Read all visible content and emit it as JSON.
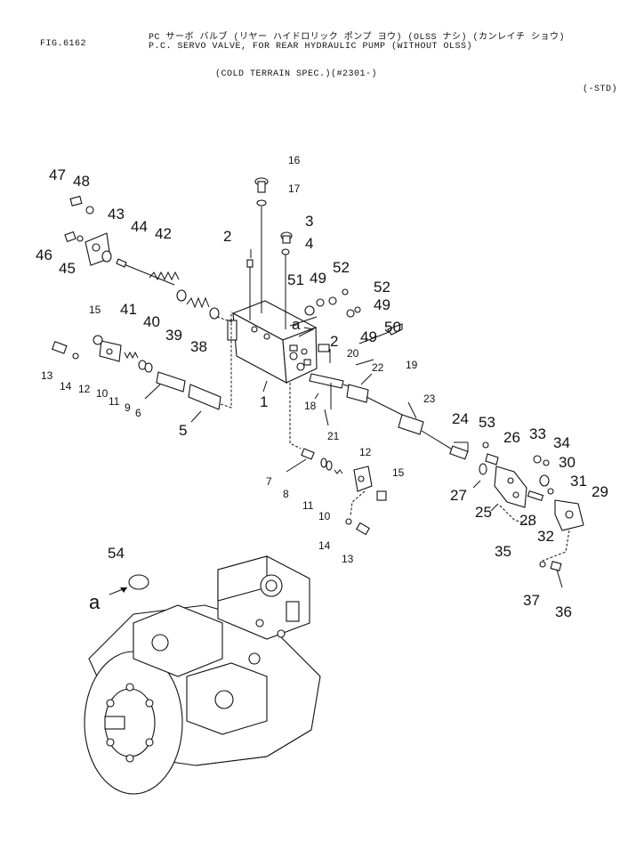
{
  "header": {
    "fig": "FIG.6162",
    "title_jp": "PC サーボ バルブ (リヤー ハイドロリック ポンプ ヨウ) (OLSS ナシ) (カンレイチ ショウ)",
    "title": "P.C. SERVO VALVE, FOR REAR HYDRAULIC PUMP (WITHOUT OLSS)",
    "subtitle": "(COLD TERRAIN SPEC.)(#2301-)",
    "std": "(-STD)"
  },
  "callouts": [
    "1",
    "2",
    "3",
    "4",
    "5",
    "6",
    "7",
    "8",
    "9",
    "10",
    "11",
    "12",
    "13",
    "14",
    "15",
    "16",
    "17",
    "18",
    "19",
    "20",
    "21",
    "22",
    "23",
    "24",
    "25",
    "26",
    "27",
    "28",
    "29",
    "30",
    "31",
    "32",
    "33",
    "34",
    "35",
    "36",
    "37",
    "38",
    "39",
    "40",
    "41",
    "42",
    "43",
    "44",
    "45",
    "46",
    "47",
    "48",
    "49",
    "50",
    "51",
    "52",
    "53",
    "54"
  ],
  "view_marker": "a",
  "icons": [
    "o-ring-icon",
    "bolt-icon",
    "spring-icon",
    "valve-body-icon",
    "pump-assembly-icon"
  ]
}
